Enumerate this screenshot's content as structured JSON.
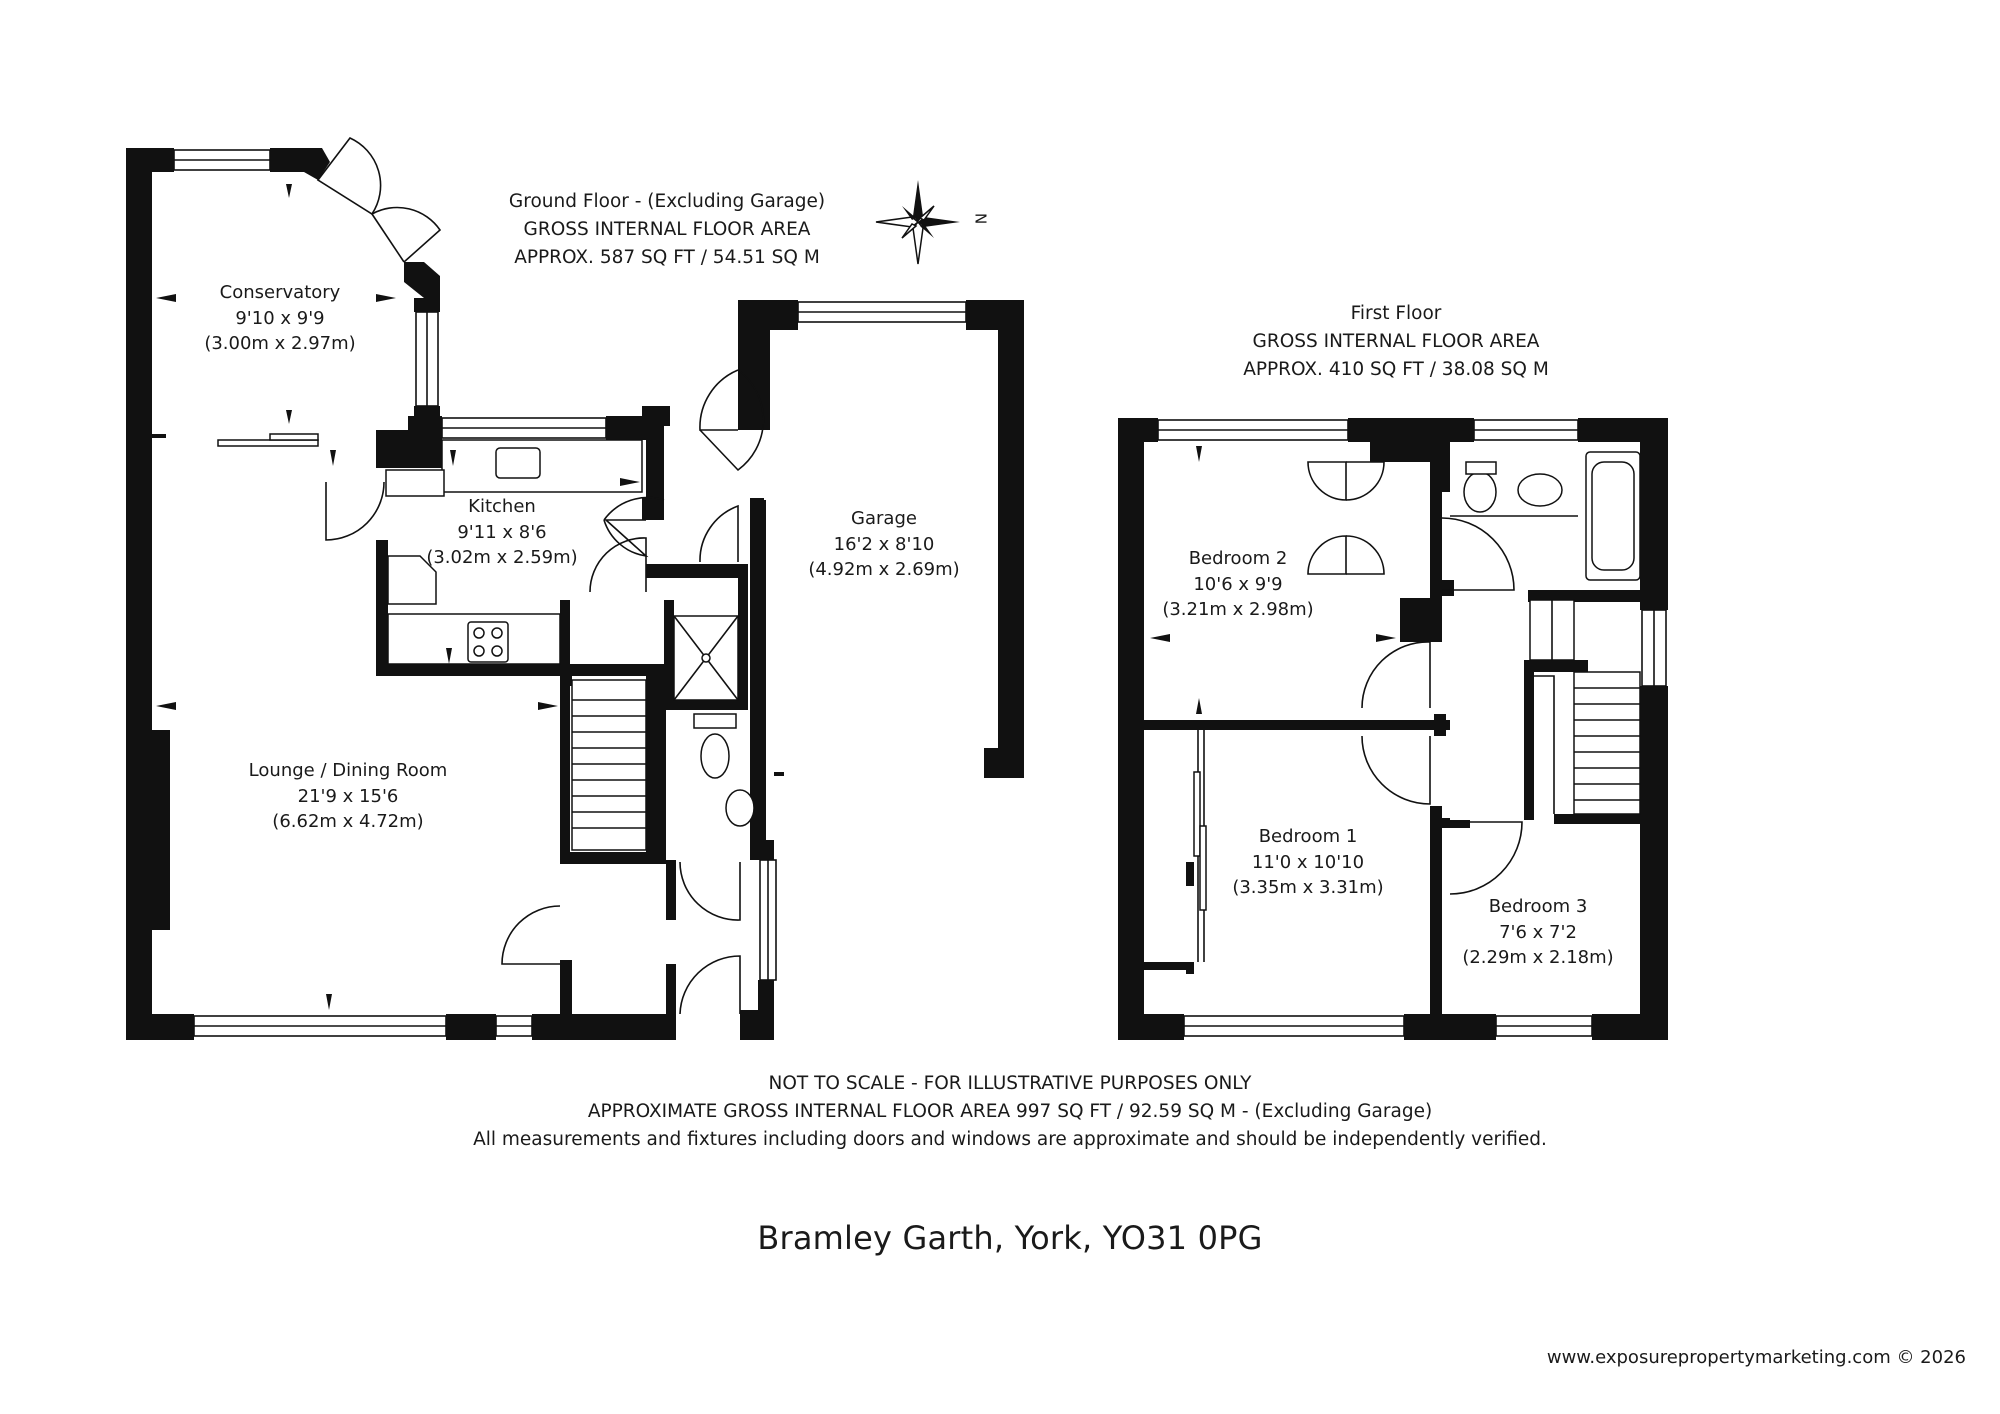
{
  "ground_floor": {
    "heading_line1": "Ground Floor - (Excluding Garage)",
    "heading_line2": "GROSS INTERNAL FLOOR AREA",
    "heading_line3": "APPROX. 587 SQ FT / 54.51 SQ M",
    "rooms": [
      {
        "name": "Conservatory",
        "imperial": "9'10 x 9'9",
        "metric": "(3.00m x 2.97m)"
      },
      {
        "name": "Kitchen",
        "imperial": "9'11 x 8'6",
        "metric": "(3.02m x 2.59m)"
      },
      {
        "name": "Lounge / Dining Room",
        "imperial": "21'9 x 15'6",
        "metric": "(6.62m x 4.72m)"
      },
      {
        "name": "Garage",
        "imperial": "16'2 x 8'10",
        "metric": "(4.92m x 2.69m)"
      }
    ]
  },
  "first_floor": {
    "heading_line1": "First Floor",
    "heading_line2": "GROSS INTERNAL FLOOR AREA",
    "heading_line3": "APPROX. 410 SQ FT / 38.08 SQ M",
    "rooms": [
      {
        "name": "Bedroom 2",
        "imperial": "10'6 x 9'9",
        "metric": "(3.21m x 2.98m)"
      },
      {
        "name": "Bedroom 1",
        "imperial": "11'0 x 10'10",
        "metric": "(3.35m x 3.31m)"
      },
      {
        "name": "Bedroom 3",
        "imperial": "7'6 x 7'2",
        "metric": "(2.29m x 2.18m)"
      }
    ]
  },
  "compass": {
    "label": "N",
    "icon": "compass-rose-icon"
  },
  "notes": {
    "line1": "NOT TO SCALE - FOR ILLUSTRATIVE PURPOSES ONLY",
    "line2": "APPROXIMATE GROSS INTERNAL FLOOR AREA 997 SQ FT / 92.59 SQ M - (Excluding Garage)",
    "line3": "All measurements and fixtures including doors and windows are approximate and should be independently verified."
  },
  "address": "Bramley Garth, York, YO31 0PG",
  "website": "www.exposurepropertymarketing.com © 2026",
  "colors": {
    "wall": "#111111",
    "background": "#ffffff"
  }
}
